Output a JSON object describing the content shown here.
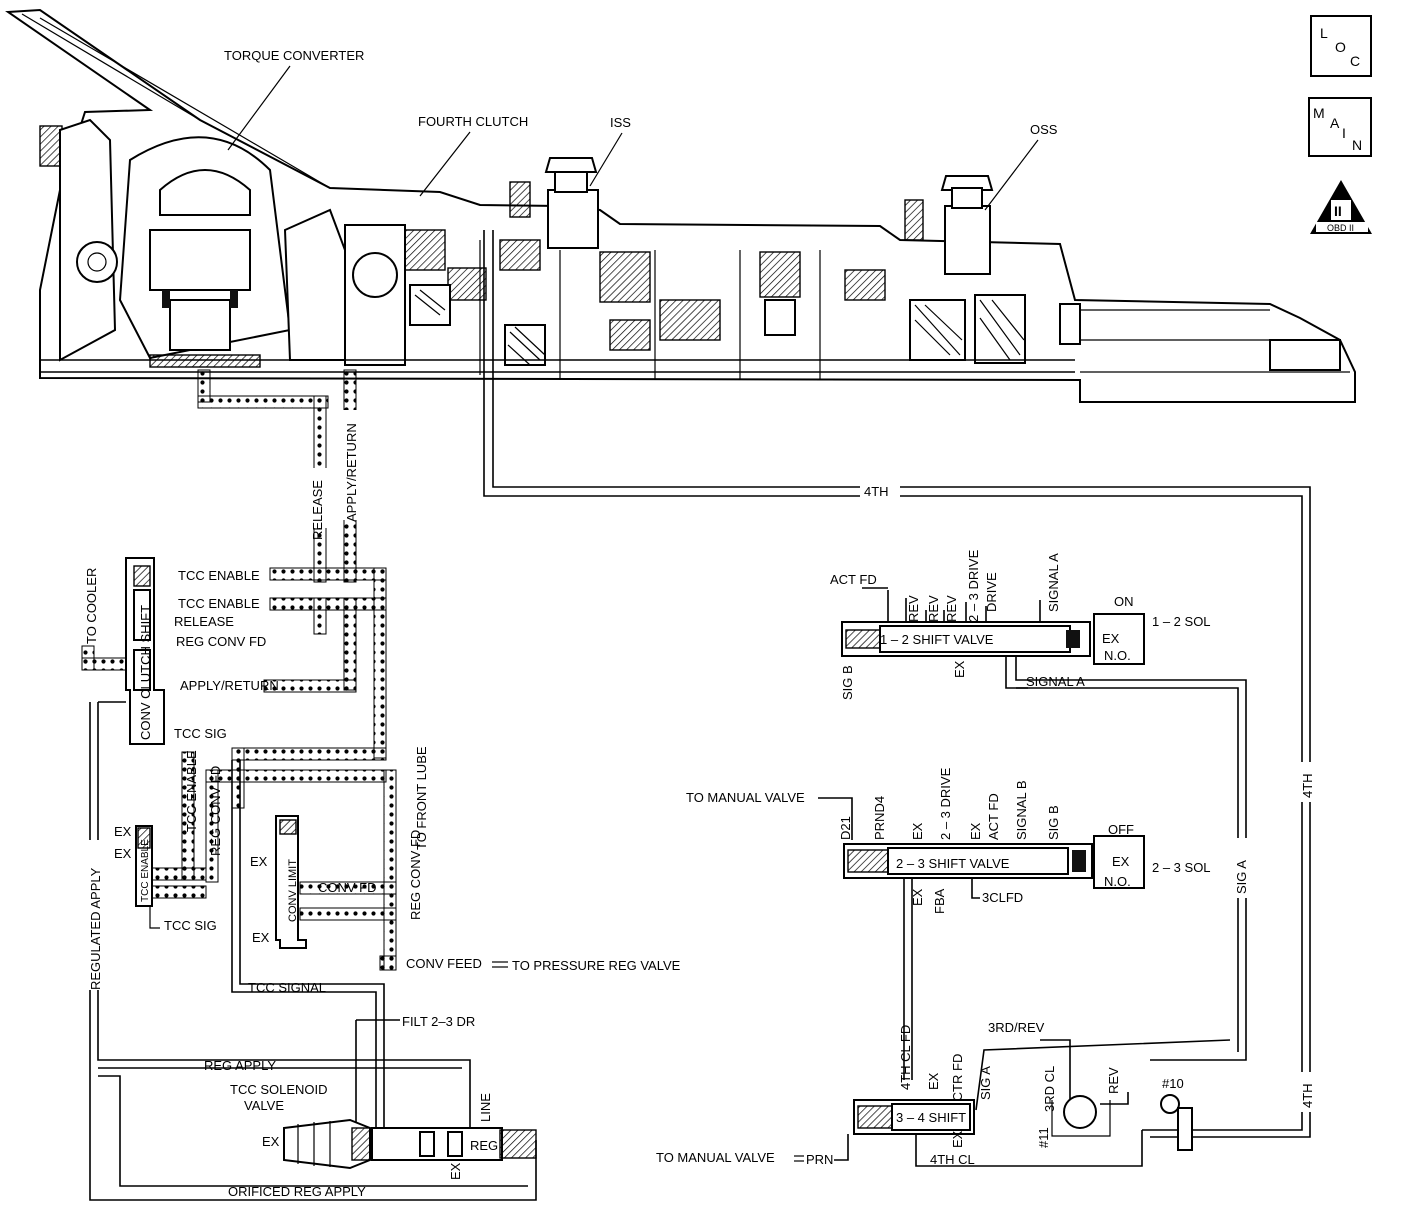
{
  "badges": {
    "loc": {
      "l1": "L",
      "l2": "O",
      "l3": "C"
    },
    "main": {
      "l1": "M",
      "l2": "A",
      "l3": "I",
      "l4": "N"
    },
    "obd": {
      "numeral": "II",
      "text": "OBD II"
    }
  },
  "components": {
    "torque_converter": "TORQUE CONVERTER",
    "fourth_clutch": "FOURTH CLUTCH",
    "iss": "ISS",
    "oss": "OSS"
  },
  "passages": {
    "fourth_top": "4TH",
    "fourth_right": "4TH",
    "fourth_bottom": "4TH",
    "release": "RELEASE",
    "apply_return": "APPLY/RETURN",
    "to_cooler": "TO COOLER",
    "tcc_enable_1": "TCC ENABLE",
    "tcc_enable_2": "TCC ENABLE",
    "release_2": "RELEASE",
    "reg_conv_fd": "REG CONV FD",
    "apply_return_2": "APPLY/RETURN",
    "to_front_lube": "TO FRONT LUBE",
    "tcc_sig": "TCC SIG",
    "tcc_enable_v": "TCC ENABLE",
    "reg_conv_fd_v": "REG CONV FD",
    "reg_conv_fd_v2": "REG CONV FD",
    "ex1": "EX",
    "ex2": "EX",
    "tcc_enable_valve": "TCC ENABLE",
    "tcc_sig_2": "TCC SIG",
    "ex_limit": "EX",
    "conv_limit": "CONV LIMIT",
    "conv_fd": "CONV FD",
    "ex_limit2": "EX",
    "conv_feed": "CONV FEED",
    "to_pressure_reg": "TO PRESSURE REG VALVE",
    "tcc_signal": "TCC SIGNAL",
    "regulated_apply": "REGULATED APPLY",
    "filt_23_dr": "FILT 2–3 DR",
    "reg_apply": "REG APPLY",
    "tcc_solenoid_valve_1": "TCC SOLENOID",
    "tcc_solenoid_valve_2": "VALVE",
    "ex_sol": "EX",
    "line": "LINE",
    "reg": "REG",
    "ex_reg": "EX",
    "orificed_reg_apply": "ORIFICED REG APPLY",
    "conv_clutch_shift": "CONV CLUTCH SHIFT",
    "sig_a_right": "SIG A"
  },
  "shift12": {
    "act_fd": "ACT FD",
    "rev1": "REV",
    "rev2": "REV",
    "rev3": "REV",
    "drive23": "2 – 3 DRIVE",
    "drive": "DRIVE",
    "signal_a_top": "SIGNAL A",
    "valve": "1 – 2 SHIFT VALVE",
    "sig_b": "SIG B",
    "ex": "EX",
    "signal_a": "SIGNAL A",
    "state": "ON",
    "sol": "1 – 2 SOL",
    "sol_ex": "EX",
    "sol_no": "N.O."
  },
  "shift23": {
    "to_manual": "TO MANUAL VALVE",
    "d21": "D21",
    "prnd4": "PRND4",
    "ex1": "EX",
    "drive23": "2 – 3 DRIVE",
    "ex2": "EX",
    "act_fd": "ACT FD",
    "signal_b": "SIGNAL B",
    "sig_b": "SIG B",
    "valve": "2 – 3 SHIFT VALVE",
    "ex3": "EX",
    "fba": "FBA",
    "clfd": "3CLFD",
    "state": "OFF",
    "sol": "2 – 3 SOL",
    "sol_ex": "EX",
    "sol_no": "N.O."
  },
  "shift34": {
    "fourth_cl_fd": "4TH CL FD",
    "ex": "EX",
    "actr_fd": "ACTR FD",
    "sig_a": "SIG A",
    "rd_rev": "3RD/REV",
    "rd_cl": "3RD CL",
    "rev": "REV",
    "n11": "#11",
    "n10": "#10",
    "valve": "3 – 4 SHIFT",
    "ex2": "EX",
    "to_manual": "TO MANUAL VALVE",
    "prn": "PRN",
    "fourth_cl": "4TH CL"
  }
}
